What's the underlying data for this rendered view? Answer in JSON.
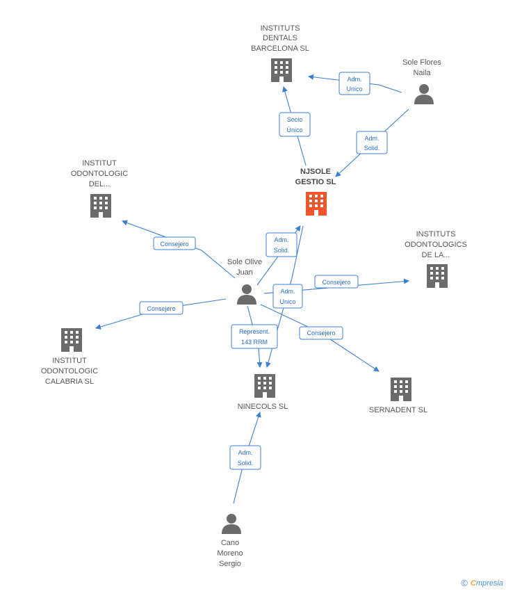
{
  "nodes": {
    "instituts_dentals": {
      "label": [
        "INSTITUTS",
        "DENTALS",
        "BARCELONA SL"
      ],
      "type": "company"
    },
    "sole_flores": {
      "label": [
        "Sole Flores",
        "Naila"
      ],
      "type": "person"
    },
    "njsole": {
      "label": [
        "NJSOLE",
        "GESTIO SL"
      ],
      "type": "company-main"
    },
    "institut_odontologic_del": {
      "label": [
        "INSTITUT",
        "ODONTOLOGIC",
        "DEL..."
      ],
      "type": "company"
    },
    "sole_olive": {
      "label": [
        "Sole Olive",
        "Juan"
      ],
      "type": "person"
    },
    "instituts_odontologics": {
      "label": [
        "INSTITUTS",
        "ODONTOLOGICS",
        "DE LA..."
      ],
      "type": "company"
    },
    "institut_calabria": {
      "label": [
        "INSTITUT",
        "ODONTOLOGIC",
        "CALABRIA SL"
      ],
      "type": "company"
    },
    "ninecols": {
      "label": [
        "NINECOLS SL"
      ],
      "type": "company"
    },
    "sernadent": {
      "label": [
        "SERNADENT SL"
      ],
      "type": "company"
    },
    "cano_moreno": {
      "label": [
        "Cano",
        "Moreno",
        "Sergio"
      ],
      "type": "person"
    }
  },
  "edges": [
    {
      "id": "e1",
      "label": [
        "Adm.",
        "Unico"
      ]
    },
    {
      "id": "e2",
      "label": [
        "Adm.",
        "Solid."
      ]
    },
    {
      "id": "e3",
      "label": [
        "Socio",
        "Único"
      ]
    },
    {
      "id": "e4",
      "label": [
        "Consejero"
      ]
    },
    {
      "id": "e5",
      "label": [
        "Adm.",
        "Solid."
      ]
    },
    {
      "id": "e6",
      "label": [
        "Consejero"
      ]
    },
    {
      "id": "e7",
      "label": [
        "Adm.",
        "Unico"
      ]
    },
    {
      "id": "e8",
      "label": [
        "Consejero"
      ]
    },
    {
      "id": "e9",
      "label": [
        "Represent.",
        "143 RRM"
      ]
    },
    {
      "id": "e10",
      "label": [
        "Consejero"
      ]
    },
    {
      "id": "e11",
      "label": [
        "Adm.",
        "Solid."
      ]
    }
  ],
  "footer": {
    "copyright": "©",
    "brand_initial": "C",
    "brand_rest": "mpresia"
  },
  "colors": {
    "edge": "#3b7fd4",
    "node": "#6b6b6b",
    "main_node": "#f2552b"
  }
}
